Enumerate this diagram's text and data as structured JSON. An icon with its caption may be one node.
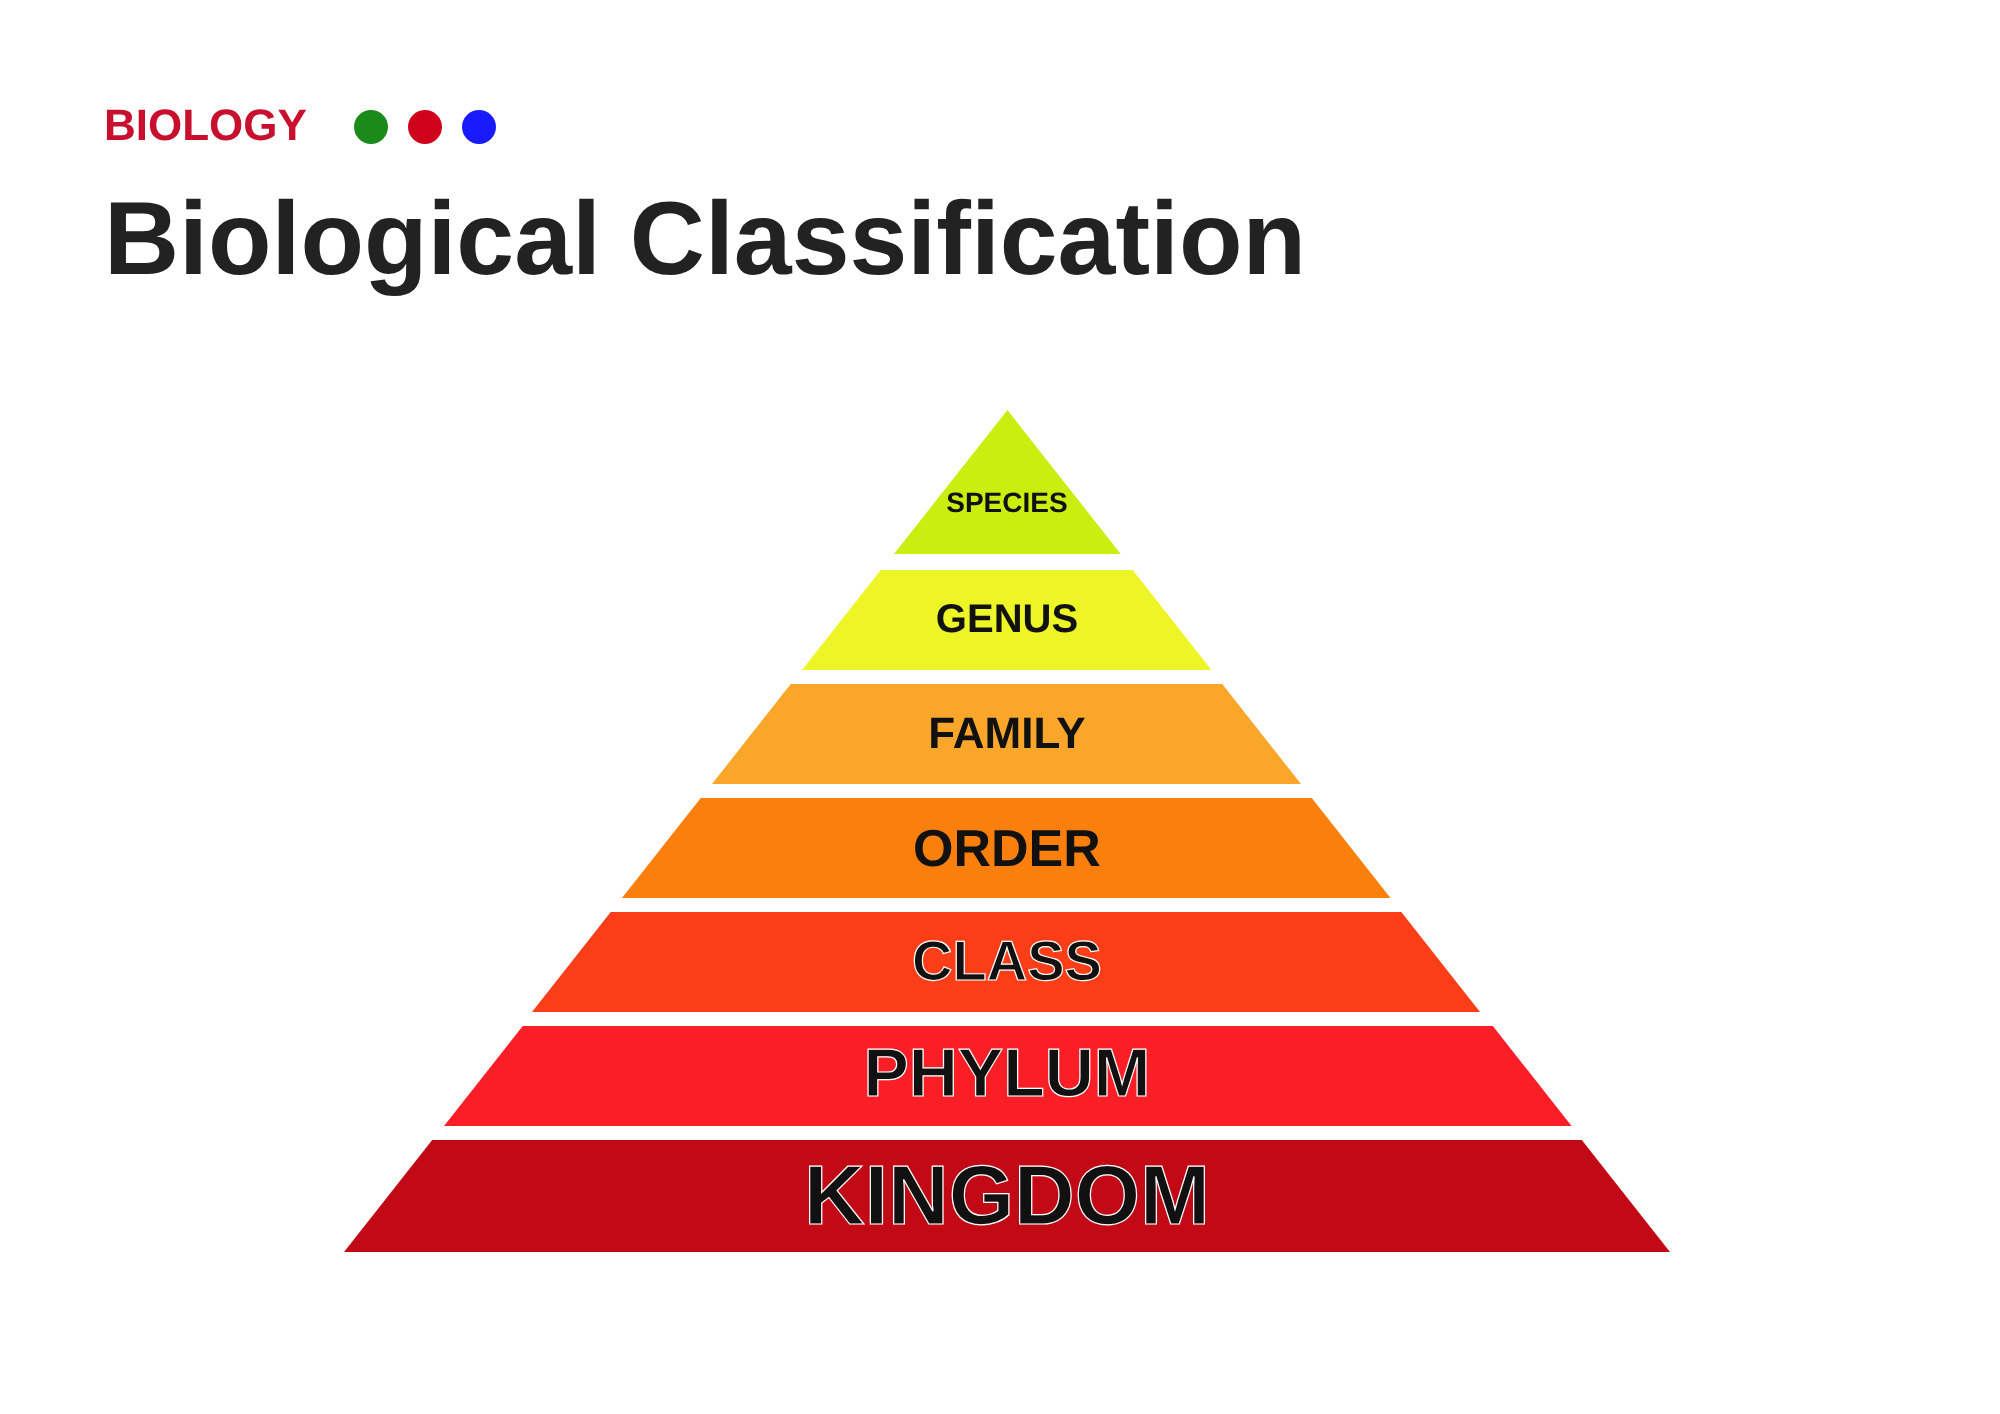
{
  "diagram": {
    "title": "Biological Classification",
    "nodes": [
      {
        "text": [
          "SPECIES"
        ]
      },
      {
        "text": [
          "GENUS"
        ]
      },
      {
        "text": [
          "FAMILY"
        ]
      },
      {
        "text": [
          "ORDER"
        ]
      },
      {
        "text": [
          "CLASS"
        ]
      },
      {
        "text": [
          "PHYLUM"
        ]
      },
      {
        "text": [
          "KINGDOM"
        ]
      }
    ],
    "edges": [],
    "labels": [
      "BIOLOGY"
    ]
  }
}
